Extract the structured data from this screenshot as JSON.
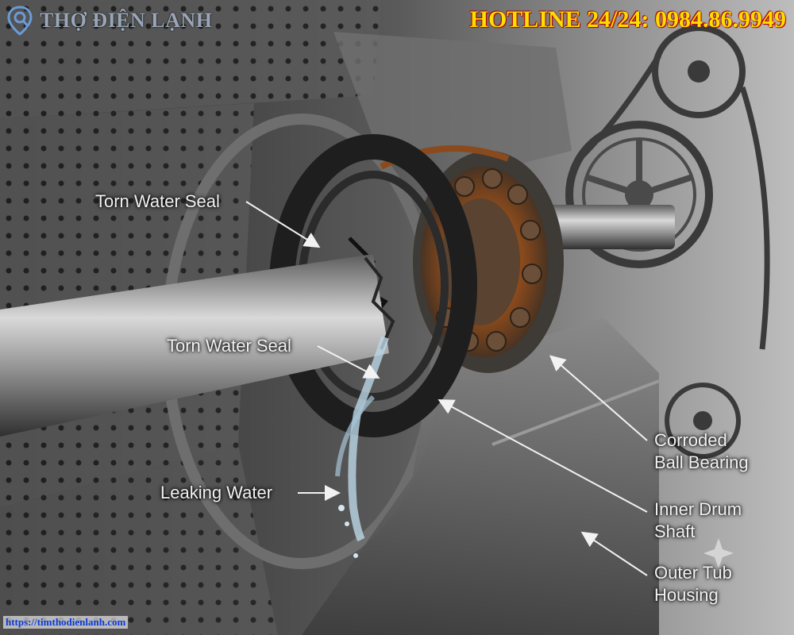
{
  "watermark": {
    "brand": "THỢ ĐIỆN LẠNH",
    "hotline": "HOTLINE 24/24: 0984.86.9949",
    "url": "https://timthodienlanh.com"
  },
  "labels": {
    "torn_seal_top": "Torn Water Seal",
    "torn_seal_mid": "Torn Water Seal",
    "leaking_water": "Leaking Water",
    "bearing_line1": "Corroded",
    "bearing_line2": "Ball Bearing",
    "shaft_line1": "Inner Drum",
    "shaft_line2": "Shaft",
    "tub_line1": "Outer Tub",
    "tub_line2": "Housing"
  },
  "colors": {
    "rust": "#8a4a1c",
    "hotline_text": "#ffdd00",
    "url_text": "#0a3ad6"
  },
  "icons": [
    "location-search-icon",
    "sparkle-icon"
  ]
}
